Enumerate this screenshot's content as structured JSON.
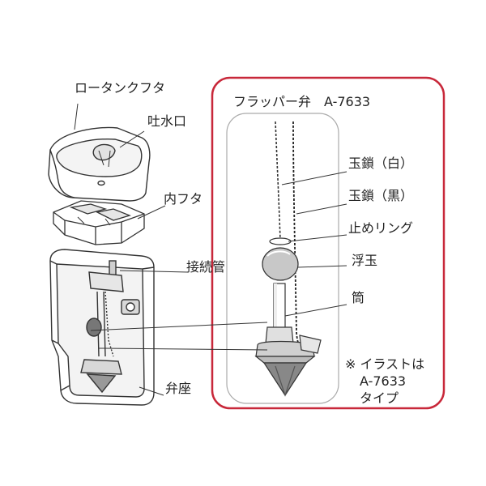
{
  "colors": {
    "frame": "#c8283a",
    "line": "#333333",
    "panel_border": "#aaaaaa",
    "fill_light": "#ffffff",
    "fill_gray": "#cccccc",
    "fill_dark": "#777777"
  },
  "labels": {
    "tank_lid": "ロータンクフタ",
    "spout": "吐水口",
    "inner_lid": "内フタ",
    "connector_pipe": "接続管",
    "valve_seat": "弁座",
    "flapper_title": "フラッパー弁　A-7633",
    "chain_white": "玉鎖（白）",
    "chain_black": "玉鎖（黒）",
    "stop_ring": "止めリング",
    "float_ball": "浮玉",
    "tube": "筒",
    "note_line1": "※ イラストは",
    "note_line2": "A-7633",
    "note_line3": "タイプ"
  }
}
